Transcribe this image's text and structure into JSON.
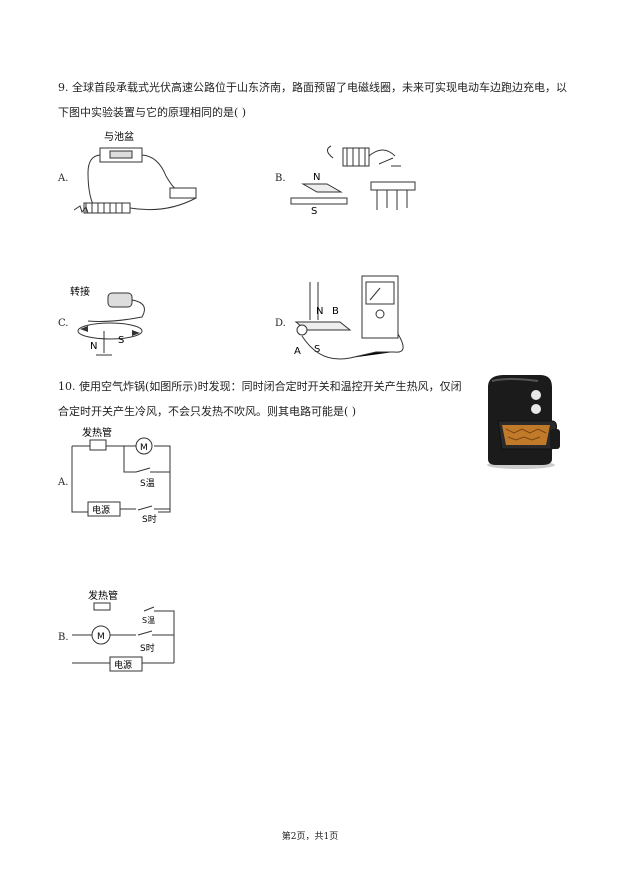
{
  "q9": {
    "line1": "9. 全球首段承载式光伏高速公路位于山东济南，路面预留了电磁线圈，未来可实现电动车边跑边充电，以",
    "line2": "下图中实验装置与它的原理相同的是(    )",
    "opt_a": "A.",
    "opt_b": "B.",
    "opt_c": "C.",
    "opt_d": "D.",
    "fig_a_label": "与池盆",
    "fig_b_n": "N",
    "fig_b_s": "S",
    "fig_c_label": "转接",
    "fig_c_n": "N",
    "fig_c_s": "S",
    "fig_d_n": "N",
    "fig_d_b": "B",
    "fig_d_a": "A",
    "fig_d_s": "S"
  },
  "q10": {
    "line1": "10. 使用空气炸锅(如图所示)时发现：同时闭合定时开关和温控开关产生热风，仅闭",
    "line2": "合定时开关产生冷风，不会只发热不吹风。则其电路可能是(    )",
    "opt_a": "A.",
    "opt_b": "B.",
    "fig_a_heater": "发热管",
    "fig_a_motor": "M",
    "fig_a_s_temp": "S温",
    "fig_a_power": "电源",
    "fig_a_s_timer": "S时",
    "fig_b_heater": "发热管",
    "fig_b_s_temp": "S温",
    "fig_b_motor": "M",
    "fig_b_s_timer": "S时",
    "fig_b_power": "电源"
  },
  "footer": "第2页，共1页"
}
